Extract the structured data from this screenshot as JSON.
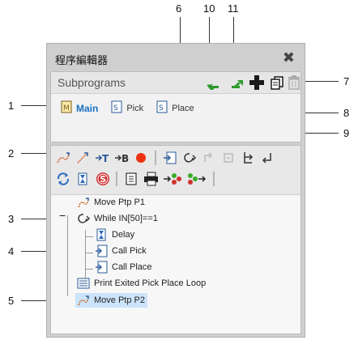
{
  "window": {
    "title": "程序編輯器",
    "close_glyph": "✖"
  },
  "subprograms": {
    "label": "Subprograms",
    "tabs": [
      {
        "label": "Main",
        "icon": "main-program-icon",
        "active": true
      },
      {
        "label": "Pick",
        "icon": "subprogram-icon",
        "active": false
      },
      {
        "label": "Place",
        "icon": "subprogram-icon",
        "active": false
      }
    ],
    "header_buttons": [
      "import-left-icon",
      "export-right-icon",
      "add-icon",
      "copy-icon",
      "delete-icon"
    ]
  },
  "toolbar": {
    "row1": [
      "move-ptp-icon",
      "move-lin-icon",
      "tool-frame-icon",
      "base-frame-icon",
      "record-icon",
      "call-icon",
      "loop-icon",
      "disabled-a-icon",
      "disabled-b-icon",
      "branch-icon",
      "return-icon"
    ],
    "row2": [
      "sync-icon",
      "delay-icon",
      "stop-icon",
      "print-icon",
      "printer-icon",
      "output-icon",
      "input-icon"
    ],
    "T": "T",
    "B": "B",
    "S": "S"
  },
  "code": {
    "lines": [
      {
        "text": "Move Ptp P1",
        "icon": "move-ptp-icon"
      },
      {
        "text": "While IN[50]==1",
        "icon": "loop-icon",
        "collapse": "−"
      },
      {
        "text": "Delay",
        "icon": "delay-icon"
      },
      {
        "text": "Call Pick",
        "icon": "call-icon"
      },
      {
        "text": "Call Place",
        "icon": "call-icon"
      },
      {
        "text": "Print Exited Pick Place Loop",
        "icon": "print-icon"
      },
      {
        "text": "Move Ptp P2",
        "icon": "move-ptp-icon",
        "selected": true
      }
    ]
  },
  "callouts": [
    "1",
    "2",
    "3",
    "4",
    "5",
    "6",
    "7",
    "8",
    "9",
    "10",
    "11"
  ],
  "colors": {
    "accent": "#1a6fc2",
    "record": "#ee3311",
    "stop": "#d03030",
    "green": "#3aaa2a"
  }
}
